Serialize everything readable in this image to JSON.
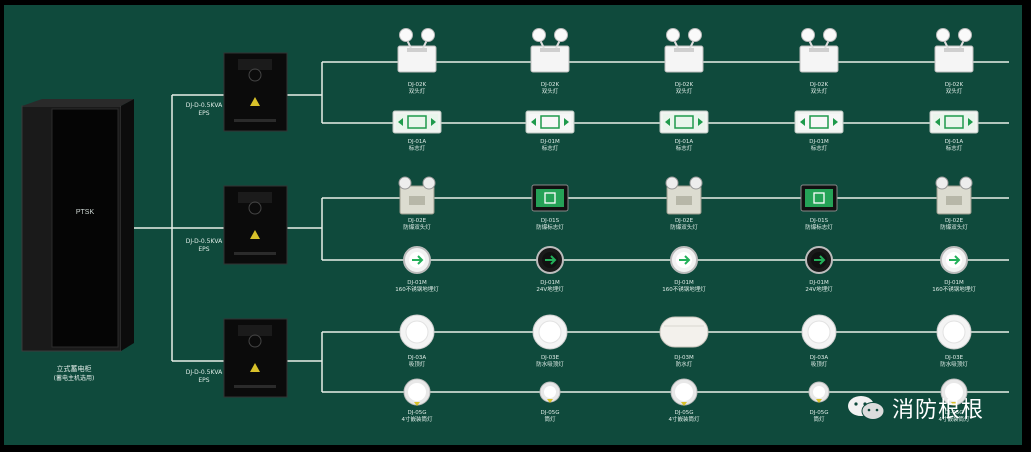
{
  "cabinet": {
    "brand": "PTSK",
    "label_line1": "立式蓄电柜",
    "label_line2": "(蓄电主机选用)"
  },
  "eps": [
    {
      "model": "DJ-D-0.5KVA",
      "type": "EPS"
    },
    {
      "model": "DJ-D-0.5KVA",
      "type": "EPS"
    },
    {
      "model": "DJ-D-0.5KVA",
      "type": "EPS"
    }
  ],
  "rows": [
    {
      "kind": "twinhead",
      "items": [
        {
          "model": "DJ-02K",
          "name": "双头灯"
        },
        {
          "model": "DJ-02K",
          "name": "双头灯"
        },
        {
          "model": "DJ-02K",
          "name": "双头灯"
        },
        {
          "model": "DJ-02K",
          "name": "双头灯"
        },
        {
          "model": "DJ-02K",
          "name": "双头灯"
        }
      ]
    },
    {
      "kind": "exit",
      "items": [
        {
          "model": "DJ-01A",
          "name": "标志灯"
        },
        {
          "model": "DJ-01M",
          "name": "标志灯"
        },
        {
          "model": "DJ-01A",
          "name": "标志灯"
        },
        {
          "model": "DJ-01M",
          "name": "标志灯"
        },
        {
          "model": "DJ-01A",
          "name": "标志灯"
        }
      ]
    },
    {
      "kind": "mixed1",
      "items": [
        {
          "model": "DJ-02E",
          "name": "防爆双头灯"
        },
        {
          "model": "DJ-01S",
          "name": "防爆标志灯"
        },
        {
          "model": "DJ-02E",
          "name": "防爆双头灯"
        },
        {
          "model": "DJ-01S",
          "name": "防爆标志灯"
        },
        {
          "model": "DJ-02E",
          "name": "防爆双头灯"
        }
      ]
    },
    {
      "kind": "round",
      "items": [
        {
          "model": "DJ-01M",
          "name": "160不锈钢地埋灯"
        },
        {
          "model": "DJ-01M",
          "name": "24V地埋灯"
        },
        {
          "model": "DJ-01M",
          "name": "160不锈钢地埋灯"
        },
        {
          "model": "DJ-01M",
          "name": "24V地埋灯"
        },
        {
          "model": "DJ-01M",
          "name": "160不锈钢地埋灯"
        }
      ]
    },
    {
      "kind": "ceiling",
      "items": [
        {
          "model": "DJ-03A",
          "name": "吸顶灯"
        },
        {
          "model": "DJ-03E",
          "name": "防水吸顶灯"
        },
        {
          "model": "DJ-03M",
          "name": "防水灯"
        },
        {
          "model": "DJ-03A",
          "name": "吸顶灯"
        },
        {
          "model": "DJ-03E",
          "name": "防水吸顶灯"
        }
      ]
    },
    {
      "kind": "down",
      "items": [
        {
          "model": "DJ-05G",
          "name": "4寸嵌装筒灯"
        },
        {
          "model": "DJ-05G",
          "name": "筒灯"
        },
        {
          "model": "DJ-05G",
          "name": "4寸嵌装筒灯"
        },
        {
          "model": "DJ-05G",
          "name": "筒灯"
        },
        {
          "model": "DJ-05G",
          "name": "4寸嵌装筒灯"
        }
      ]
    }
  ],
  "watermark": {
    "text": "消防根根",
    "icon": "wechat-icon"
  },
  "colors": {
    "background": "#0f4a3c",
    "line": "#e8efe8",
    "device_dark": "#111111",
    "exit_green": "#1f9a4c"
  }
}
